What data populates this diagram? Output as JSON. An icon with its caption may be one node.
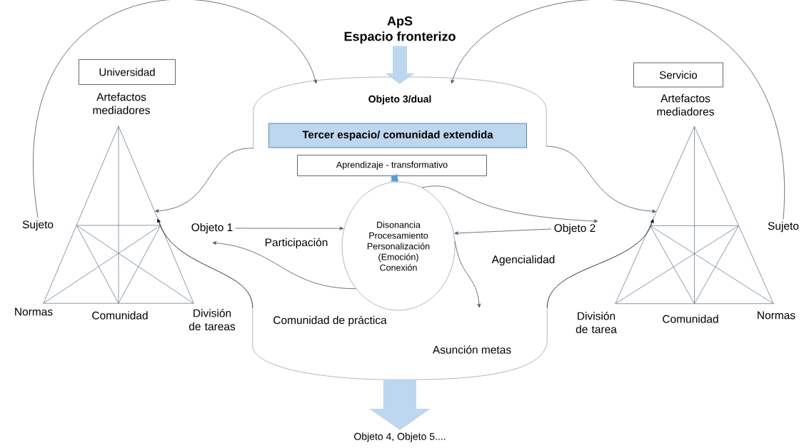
{
  "diagram": {
    "nodes": [
      {
        "text": [
          "ApS",
          "Espacio fronterizo"
        ]
      },
      {
        "text": [
          "Universidad"
        ]
      },
      {
        "text": [
          "Objeto 3/dual"
        ]
      },
      {
        "text": [
          "Tercer espacio/ comunidad extendida"
        ],
        "in": 2
      },
      {
        "text": [
          "Aprendizaje - transformativo"
        ]
      },
      {
        "text": [
          "Disonancia Procesamiento Personalización (Emoción) Conexión"
        ]
      },
      {
        "text": [
          "Servicio"
        ]
      },
      {
        "text": [],
        "shape": "triangle",
        "beside": [
          "Artefactos mediadores",
          "Normas",
          "Comunidad",
          "División de tareas"
        ]
      },
      {
        "text": [
          "Sujeto"
        ]
      },
      {
        "text": [
          "Objeto 1"
        ]
      },
      {
        "text": [
          "Objeto 2"
        ]
      },
      {
        "text": [],
        "shape": "triangle",
        "beside": [
          "Artefactos mediadores",
          "División de tarea",
          "Comunidad",
          "Normas"
        ]
      },
      {
        "text": [
          "Sujeto"
        ]
      },
      {
        "text": [
          "Comunidad de práctica",
          "Asunción metas"
        ]
      },
      {
        "text": [
          "Objeto 4, Objeto 5...."
        ]
      }
    ],
    "edges": [
      {
        "from": 0,
        "to": 2,
        "arrow": "to",
        "style": "thick",
        "color": "#bdd7ee"
      },
      {
        "from": 8,
        "to": 2,
        "arrow": "to"
      },
      {
        "from": 12,
        "to": 2,
        "arrow": "to"
      },
      {
        "from": 2,
        "to": 7,
        "arrow": "to"
      },
      {
        "from": 2,
        "to": 11,
        "arrow": "to"
      },
      {
        "from": 4,
        "to": 5,
        "arrow": "to",
        "style": "thick",
        "color": "#5b9bd5"
      },
      {
        "from": 9,
        "to": 5,
        "arrow": "to",
        "label": "Participación"
      },
      {
        "from": 5,
        "to": 9,
        "arrow": "to"
      },
      {
        "from": 10,
        "to": 5,
        "arrow": "to",
        "label": "Agencialidad"
      },
      {
        "from": 5,
        "to": 10,
        "arrow": "to"
      },
      {
        "from": 5,
        "to": 13,
        "arrow": "to"
      },
      {
        "from": 13,
        "to": 7,
        "arrow": "to",
        "color": "#000000"
      },
      {
        "from": 13,
        "to": 11,
        "arrow": "to",
        "color": "#000000"
      },
      {
        "from": 13,
        "to": 14,
        "arrow": "to",
        "style": "thick",
        "color": "#bdd7ee"
      }
    ]
  }
}
